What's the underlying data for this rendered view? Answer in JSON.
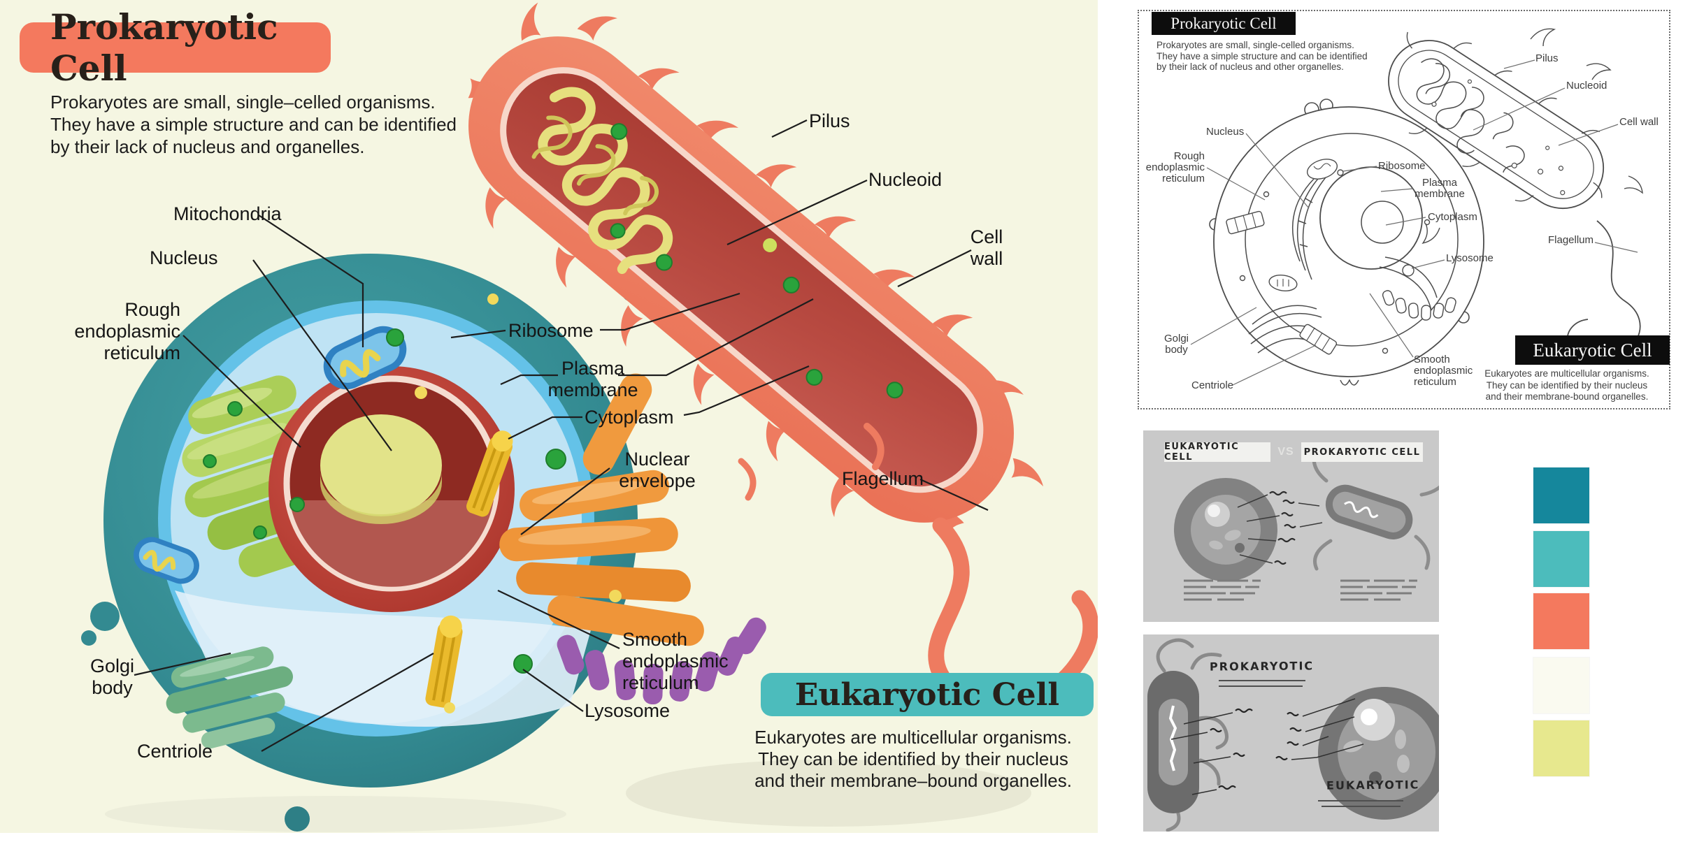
{
  "poster": {
    "background": "#f5f6e2",
    "prokaryote_title": "Prokaryotic Cell",
    "prokaryote_description": "Prokaryotes are small, single–celled organisms.\nThey have a simple structure and can be identified\nby their lack of nucleus and organelles.",
    "eukaryote_title": "Eukaryotic Cell",
    "eukaryote_description": "Eukaryotes are multicellular organisms.\nThey can be identified by their nucleus\nand their membrane–bound organelles.",
    "accents": {
      "prokaryote": "#F4795E",
      "eukaryote": "#4CBCBC"
    },
    "labels": {
      "mitochondria": "Mitochondria",
      "nucleus": "Nucleus",
      "rough_er": "Rough\nendoplasmic\nreticulum",
      "golgi": "Golgi\nbody",
      "centriole": "Centriole",
      "ribosome": "Ribosome",
      "plasma_membrane": "Plasma\nmembrane",
      "cytoplasm": "Cytoplasm",
      "nuclear_envelope": "Nuclear\nenvelope",
      "smooth_er": "Smooth\nendoplasmic\nreticulum",
      "lysosome": "Lysosome",
      "pilus": "Pilus",
      "nucleoid": "Nucleoid",
      "cell_wall": "Cell\nwall",
      "flagellum": "Flagellum"
    }
  },
  "lineart": {
    "prokaryote_title": "Prokaryotic Cell",
    "prokaryote_description": "Prokaryotes are small, single-celled organisms.\nThey have a simple structure and can be identified\nby their lack of nucleus and other organelles.",
    "eukaryote_title": "Eukaryotic Cell",
    "eukaryote_description": "Eukaryotes are multicellular organisms.\nThey can be identified by their nucleus\nand their membrane-bound organelles.",
    "labels": {
      "nucleus": "Nucleus",
      "rough_er": "Rough\nendoplasmic\nreticulum",
      "ribosome": "Ribosome",
      "plasma_membrane": "Plasma\nmembrane",
      "cytoplasm": "Cytoplasm",
      "pilus": "Pilus",
      "nucleoid": "Nucleoid",
      "cell_wall": "Cell wall",
      "flagellum": "Flagellum",
      "lysosome": "Lysosome",
      "golgi": "Golgi\nbody",
      "centriole": "Centriole",
      "smooth_er": "Smooth\nendoplasmic\nreticulum"
    }
  },
  "sketch_compare": {
    "left_title": "EUKARYOTIC CELL",
    "vs": "VS",
    "right_title": "PROKARYOTIC CELL"
  },
  "sketch_draft": {
    "top_title": "PROKARYOTIC",
    "bottom_title": "EUKARYOTIC"
  },
  "palette": {
    "swatches": [
      {
        "name": "deep-teal",
        "hex": "#15879C"
      },
      {
        "name": "teal",
        "hex": "#4CBCBC"
      },
      {
        "name": "coral",
        "hex": "#F4795E"
      },
      {
        "name": "cream",
        "hex": "#FAFAF0"
      },
      {
        "name": "pale-yellow",
        "hex": "#E7E88E"
      }
    ]
  }
}
